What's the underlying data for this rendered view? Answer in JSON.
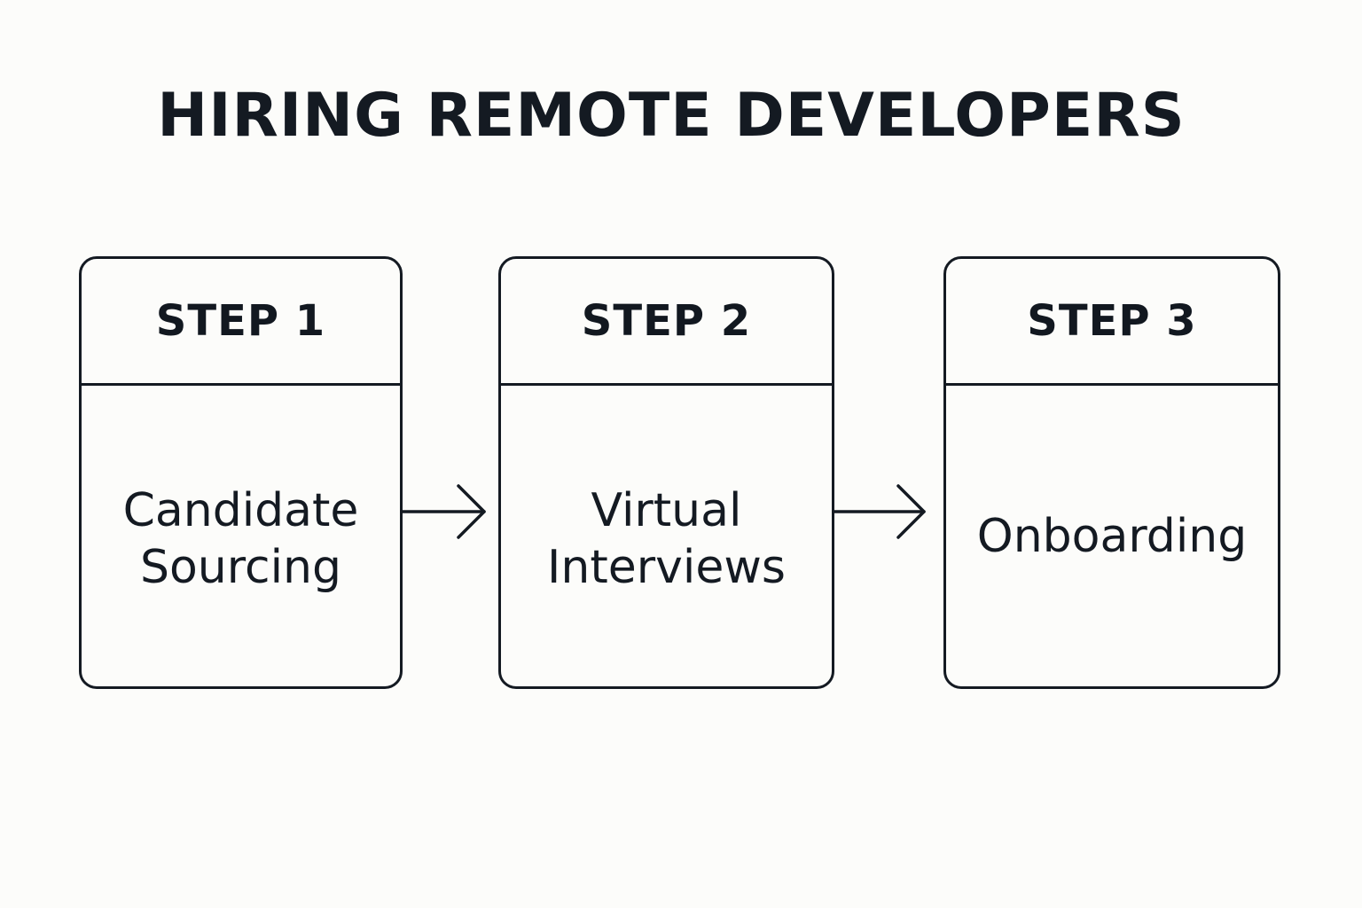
{
  "title": "HIRING REMOTE DEVELOPERS",
  "steps": [
    {
      "label": "STEP 1",
      "text": "Candidate\nSourcing"
    },
    {
      "label": "STEP 2",
      "text": "Virtual\nInterviews"
    },
    {
      "label": "STEP 3",
      "text": "Onboarding"
    }
  ],
  "colors": {
    "background": "#fcfcfa",
    "ink": "#141a22"
  },
  "connectors": [
    "arrow-right-icon",
    "arrow-right-icon"
  ]
}
